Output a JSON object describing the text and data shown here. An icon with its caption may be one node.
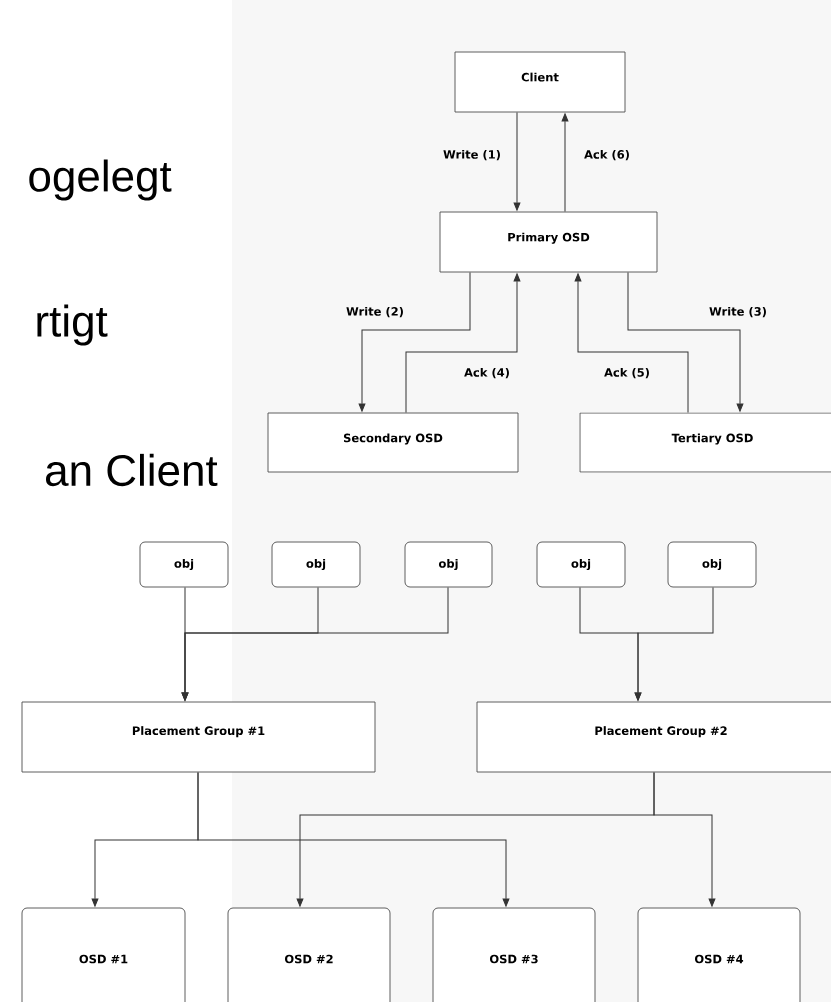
{
  "diagram": {
    "nodes": [
      {
        "text": [
          "Client"
        ]
      },
      {
        "text": [
          "Primary OSD"
        ]
      },
      {
        "text": [
          "Secondary OSD"
        ]
      },
      {
        "text": [
          "Tertiary OSD"
        ]
      },
      {
        "text": [
          "obj"
        ]
      },
      {
        "text": [
          "obj"
        ]
      },
      {
        "text": [
          "obj"
        ]
      },
      {
        "text": [
          "obj"
        ]
      },
      {
        "text": [
          "obj"
        ]
      },
      {
        "text": [
          "Placement Group #1"
        ]
      },
      {
        "text": [
          "Placement Group #2"
        ]
      },
      {
        "text": [
          "OSD #1"
        ]
      },
      {
        "text": [
          "OSD #2"
        ]
      },
      {
        "text": [
          "OSD #3"
        ]
      },
      {
        "text": [
          "OSD #4"
        ]
      }
    ],
    "edges": [
      {
        "from": 0,
        "to": 1,
        "arrow": "to",
        "label": "Write (1)"
      },
      {
        "from": 1,
        "to": 0,
        "arrow": "to",
        "label": "Ack (6)"
      },
      {
        "from": 1,
        "to": 2,
        "arrow": "to",
        "label": "Write (2)"
      },
      {
        "from": 2,
        "to": 1,
        "arrow": "to",
        "label": "Ack (4)"
      },
      {
        "from": 3,
        "to": 1,
        "arrow": "to",
        "label": "Ack (5)"
      },
      {
        "from": 1,
        "to": 3,
        "arrow": "to",
        "label": "Write (3)"
      },
      {
        "from": 4,
        "to": 9,
        "arrow": "to"
      },
      {
        "from": 5,
        "to": 9,
        "arrow": "to"
      },
      {
        "from": 6,
        "to": 9,
        "arrow": "to"
      },
      {
        "from": 7,
        "to": 10,
        "arrow": "to"
      },
      {
        "from": 8,
        "to": 10,
        "arrow": "to"
      },
      {
        "from": 9,
        "to": 11,
        "arrow": "to"
      },
      {
        "from": 9,
        "to": 13,
        "arrow": "to"
      },
      {
        "from": 10,
        "to": 12,
        "arrow": "to"
      },
      {
        "from": 10,
        "to": 14,
        "arrow": "to"
      }
    ],
    "labels": [
      "ogelegt",
      "rtigt",
      "an Client"
    ]
  }
}
